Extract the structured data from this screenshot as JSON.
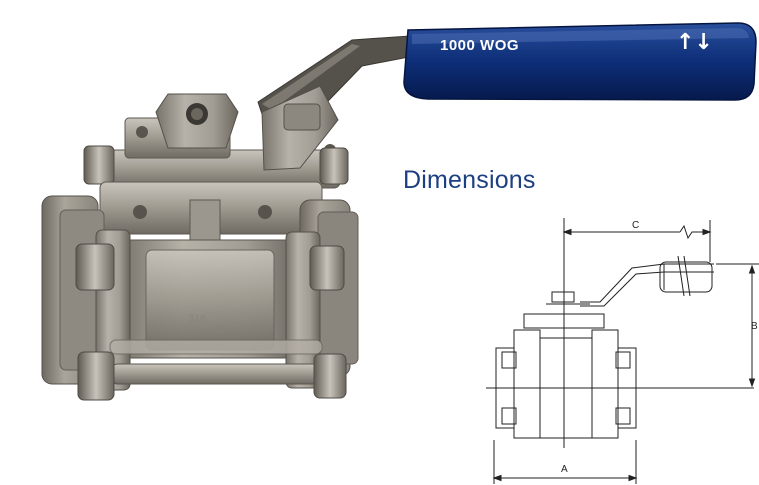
{
  "product": {
    "handle_marking": "1000 WOG",
    "handle_arrows_symbol": "↑↓",
    "handle_color": "#0d2e78",
    "body_color": "#a49f95"
  },
  "dimensions": {
    "heading": "Dimensions",
    "heading_color": "#1c3f82",
    "labels": {
      "a": "A",
      "b": "B",
      "c": "C"
    }
  }
}
